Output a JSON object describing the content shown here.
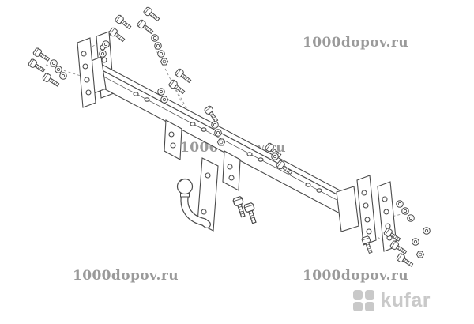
{
  "page": {
    "background_color": "#ffffff",
    "description": "Exploded technical line drawing of a detachable towbar hitch kit with mounting hardware"
  },
  "watermark": {
    "text": "1000dopov.ru",
    "color": "#9a9a9a",
    "instances": [
      "top-right",
      "center",
      "bottom-left",
      "bottom-right"
    ]
  },
  "brand": {
    "name": "kufar",
    "color": "#c9c9c9",
    "icon": "rounded-grid-2x2"
  },
  "diagram": {
    "kind": "exploded-assembly-line-drawing",
    "subject": "towbar-crossbar-with-swan-neck-ball-and-side-mounting-brackets",
    "stroke_color": "#4a4a4a",
    "parts": [
      "left-side-mounting-plates",
      "main-crossbar-beam",
      "hanger-brackets",
      "ball-mount-plate",
      "swan-neck-tow-ball",
      "right-side-mounting-plates",
      "hex-bolts",
      "flat-washers",
      "lock-nuts"
    ]
  }
}
